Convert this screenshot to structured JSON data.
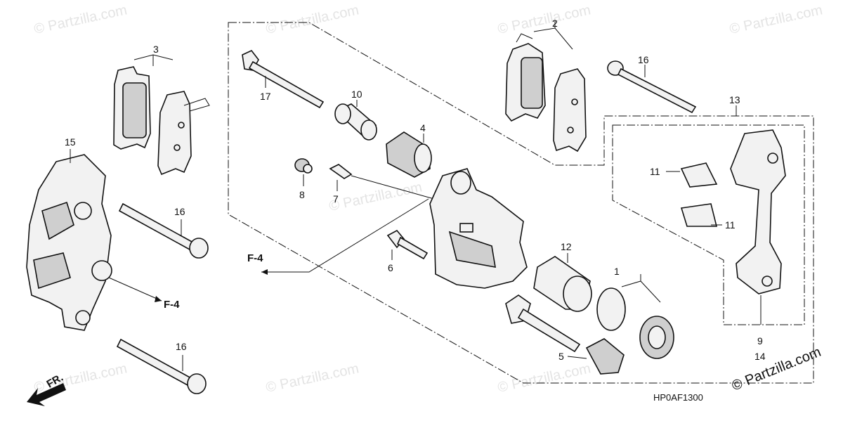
{
  "watermarks": [
    "© Partzilla.com",
    "© Partzilla.com",
    "© Partzilla.com",
    "© Partzilla.com",
    "© Partzilla.com",
    "© Partzilla.com",
    "© Partzilla.com",
    "© Partzilla.com"
  ],
  "callouts": {
    "c1": "1",
    "c2": "2",
    "c3": "3",
    "c4": "4",
    "c5": "5",
    "c6": "6",
    "c7": "7",
    "c8": "8",
    "c9": "9",
    "c10": "10",
    "c11a": "11",
    "c11b": "11",
    "c12": "12",
    "c13": "13",
    "c14": "14",
    "c15": "15",
    "c16a": "16",
    "c16b": "16",
    "c16c": "16",
    "c17": "17"
  },
  "refs": {
    "f4_left": "F-4",
    "f4_center": "F-4",
    "front": "FR."
  },
  "diagram_code": "HP0AF1300",
  "copyright": "© Partzilla.com"
}
